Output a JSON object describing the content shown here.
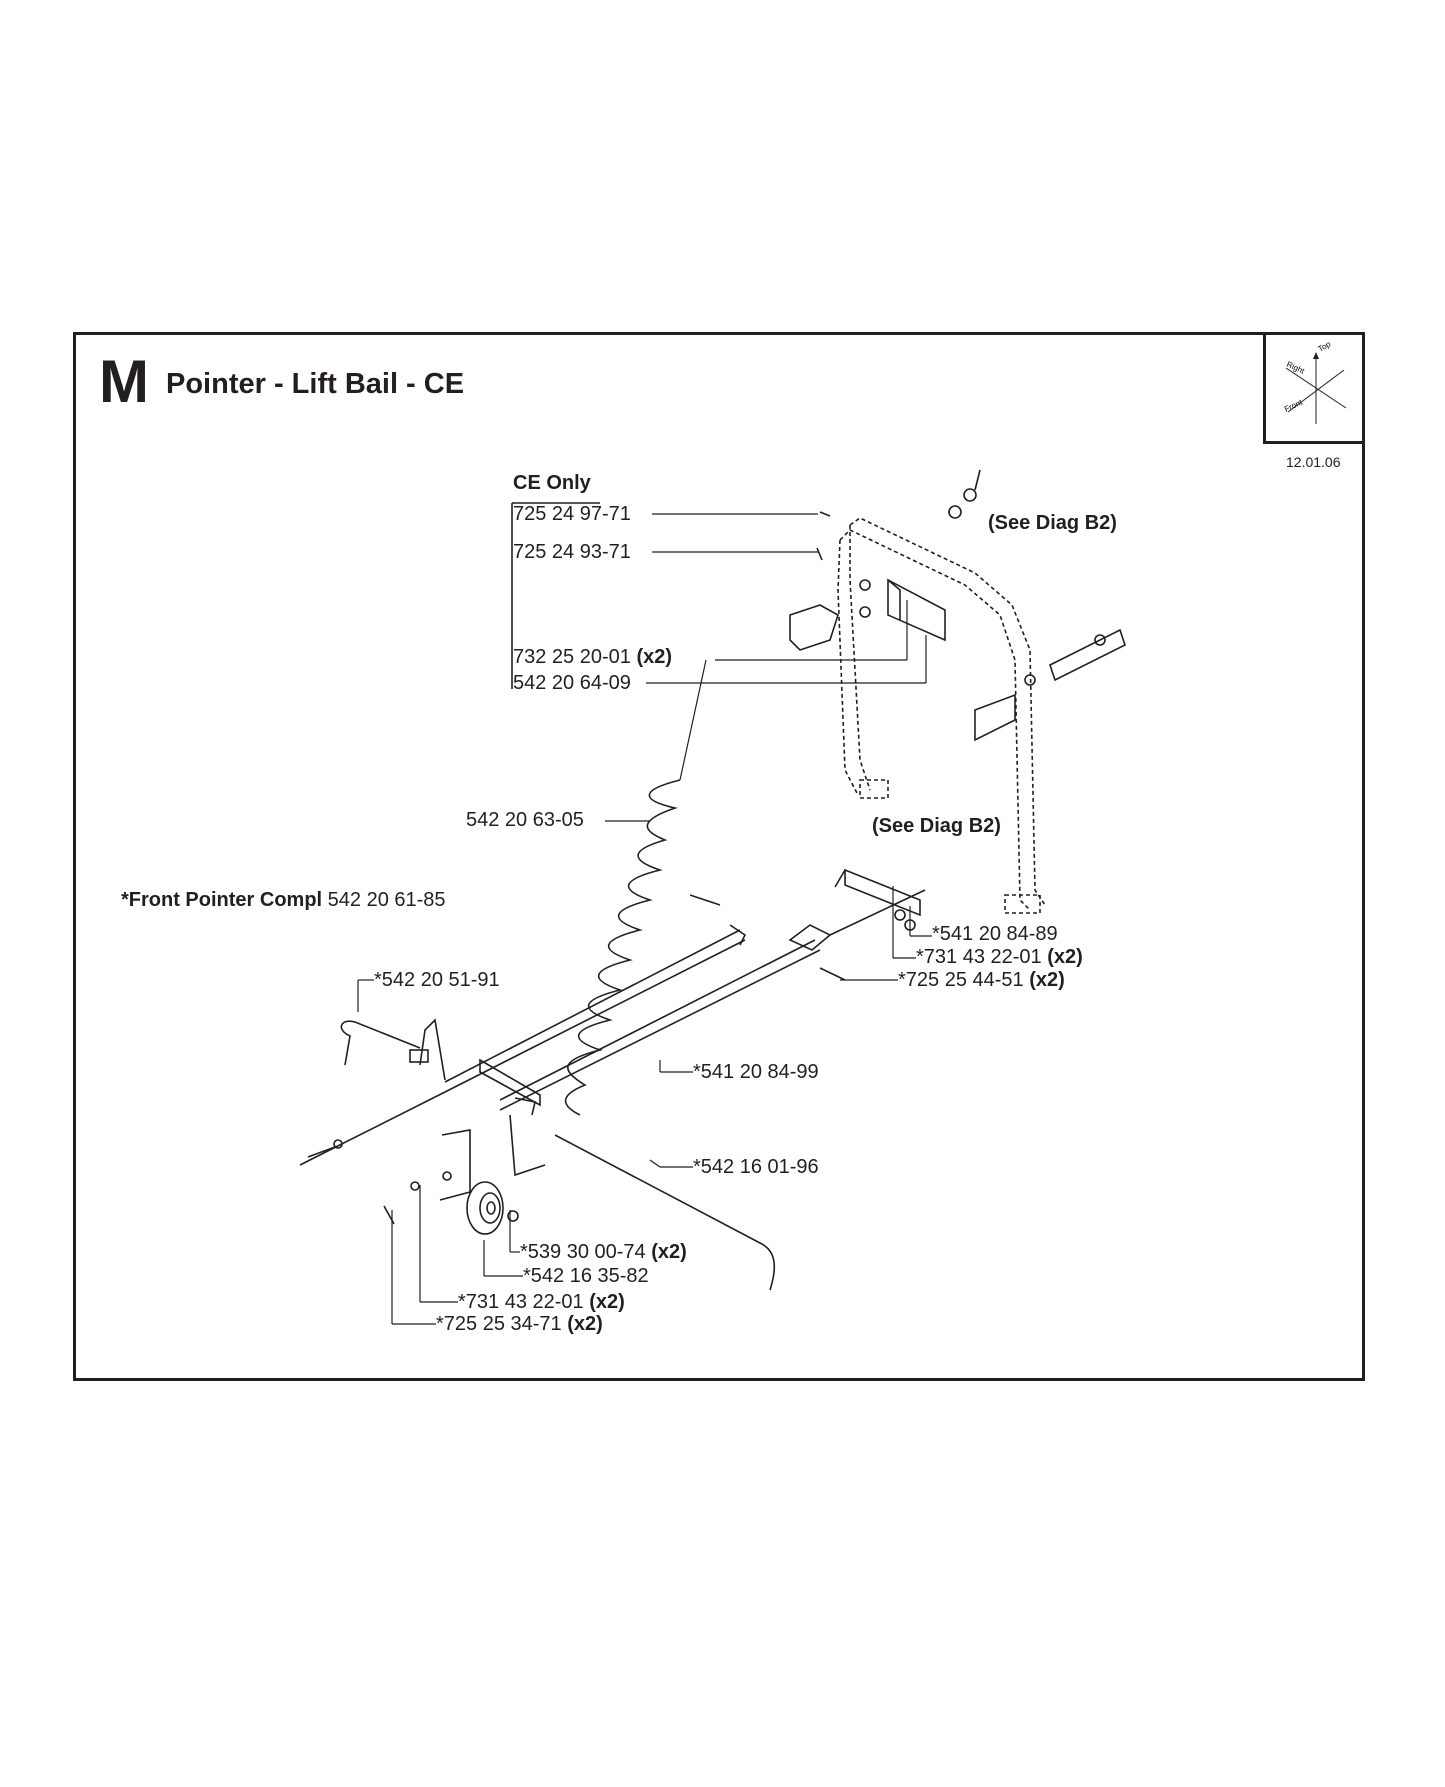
{
  "header": {
    "section_letter": "M",
    "title": "Pointer - Lift Bail - CE",
    "date": "12.01.06"
  },
  "orientation": {
    "top": "Top",
    "right": "Right",
    "front": "Front"
  },
  "ce_group": {
    "heading": "CE Only",
    "parts": [
      "725 24 97-71",
      "725 24 93-71",
      "732 25 20-01",
      "542 20 64-09"
    ],
    "qty_x2": "(x2)"
  },
  "references": {
    "see_diag_1": "(See Diag B2)",
    "see_diag_2": "(See Diag B2)"
  },
  "assembly": {
    "front_pointer_label": "*Front Pointer Compl",
    "front_pointer_part": "542 20 61-85"
  },
  "parts": {
    "spring": "542 20 63-05",
    "p_541_20_84_89": "*541 20 84-89",
    "p_731_43_22_01_a": "*731 43 22-01",
    "p_725_25_44_51": "*725 25 44-51",
    "p_542_20_51_91": "*542 20 51-91",
    "p_541_20_84_99": "*541 20 84-99",
    "p_542_16_01_96": "*542 16 01-96",
    "p_539_30_00_74": "*539 30 00-74",
    "p_542_16_35_82": "*542 16 35-82",
    "p_731_43_22_01_b": "*731 43 22-01",
    "p_725_25_34_71": "*725 25 34-71",
    "qty": "(x2)"
  }
}
